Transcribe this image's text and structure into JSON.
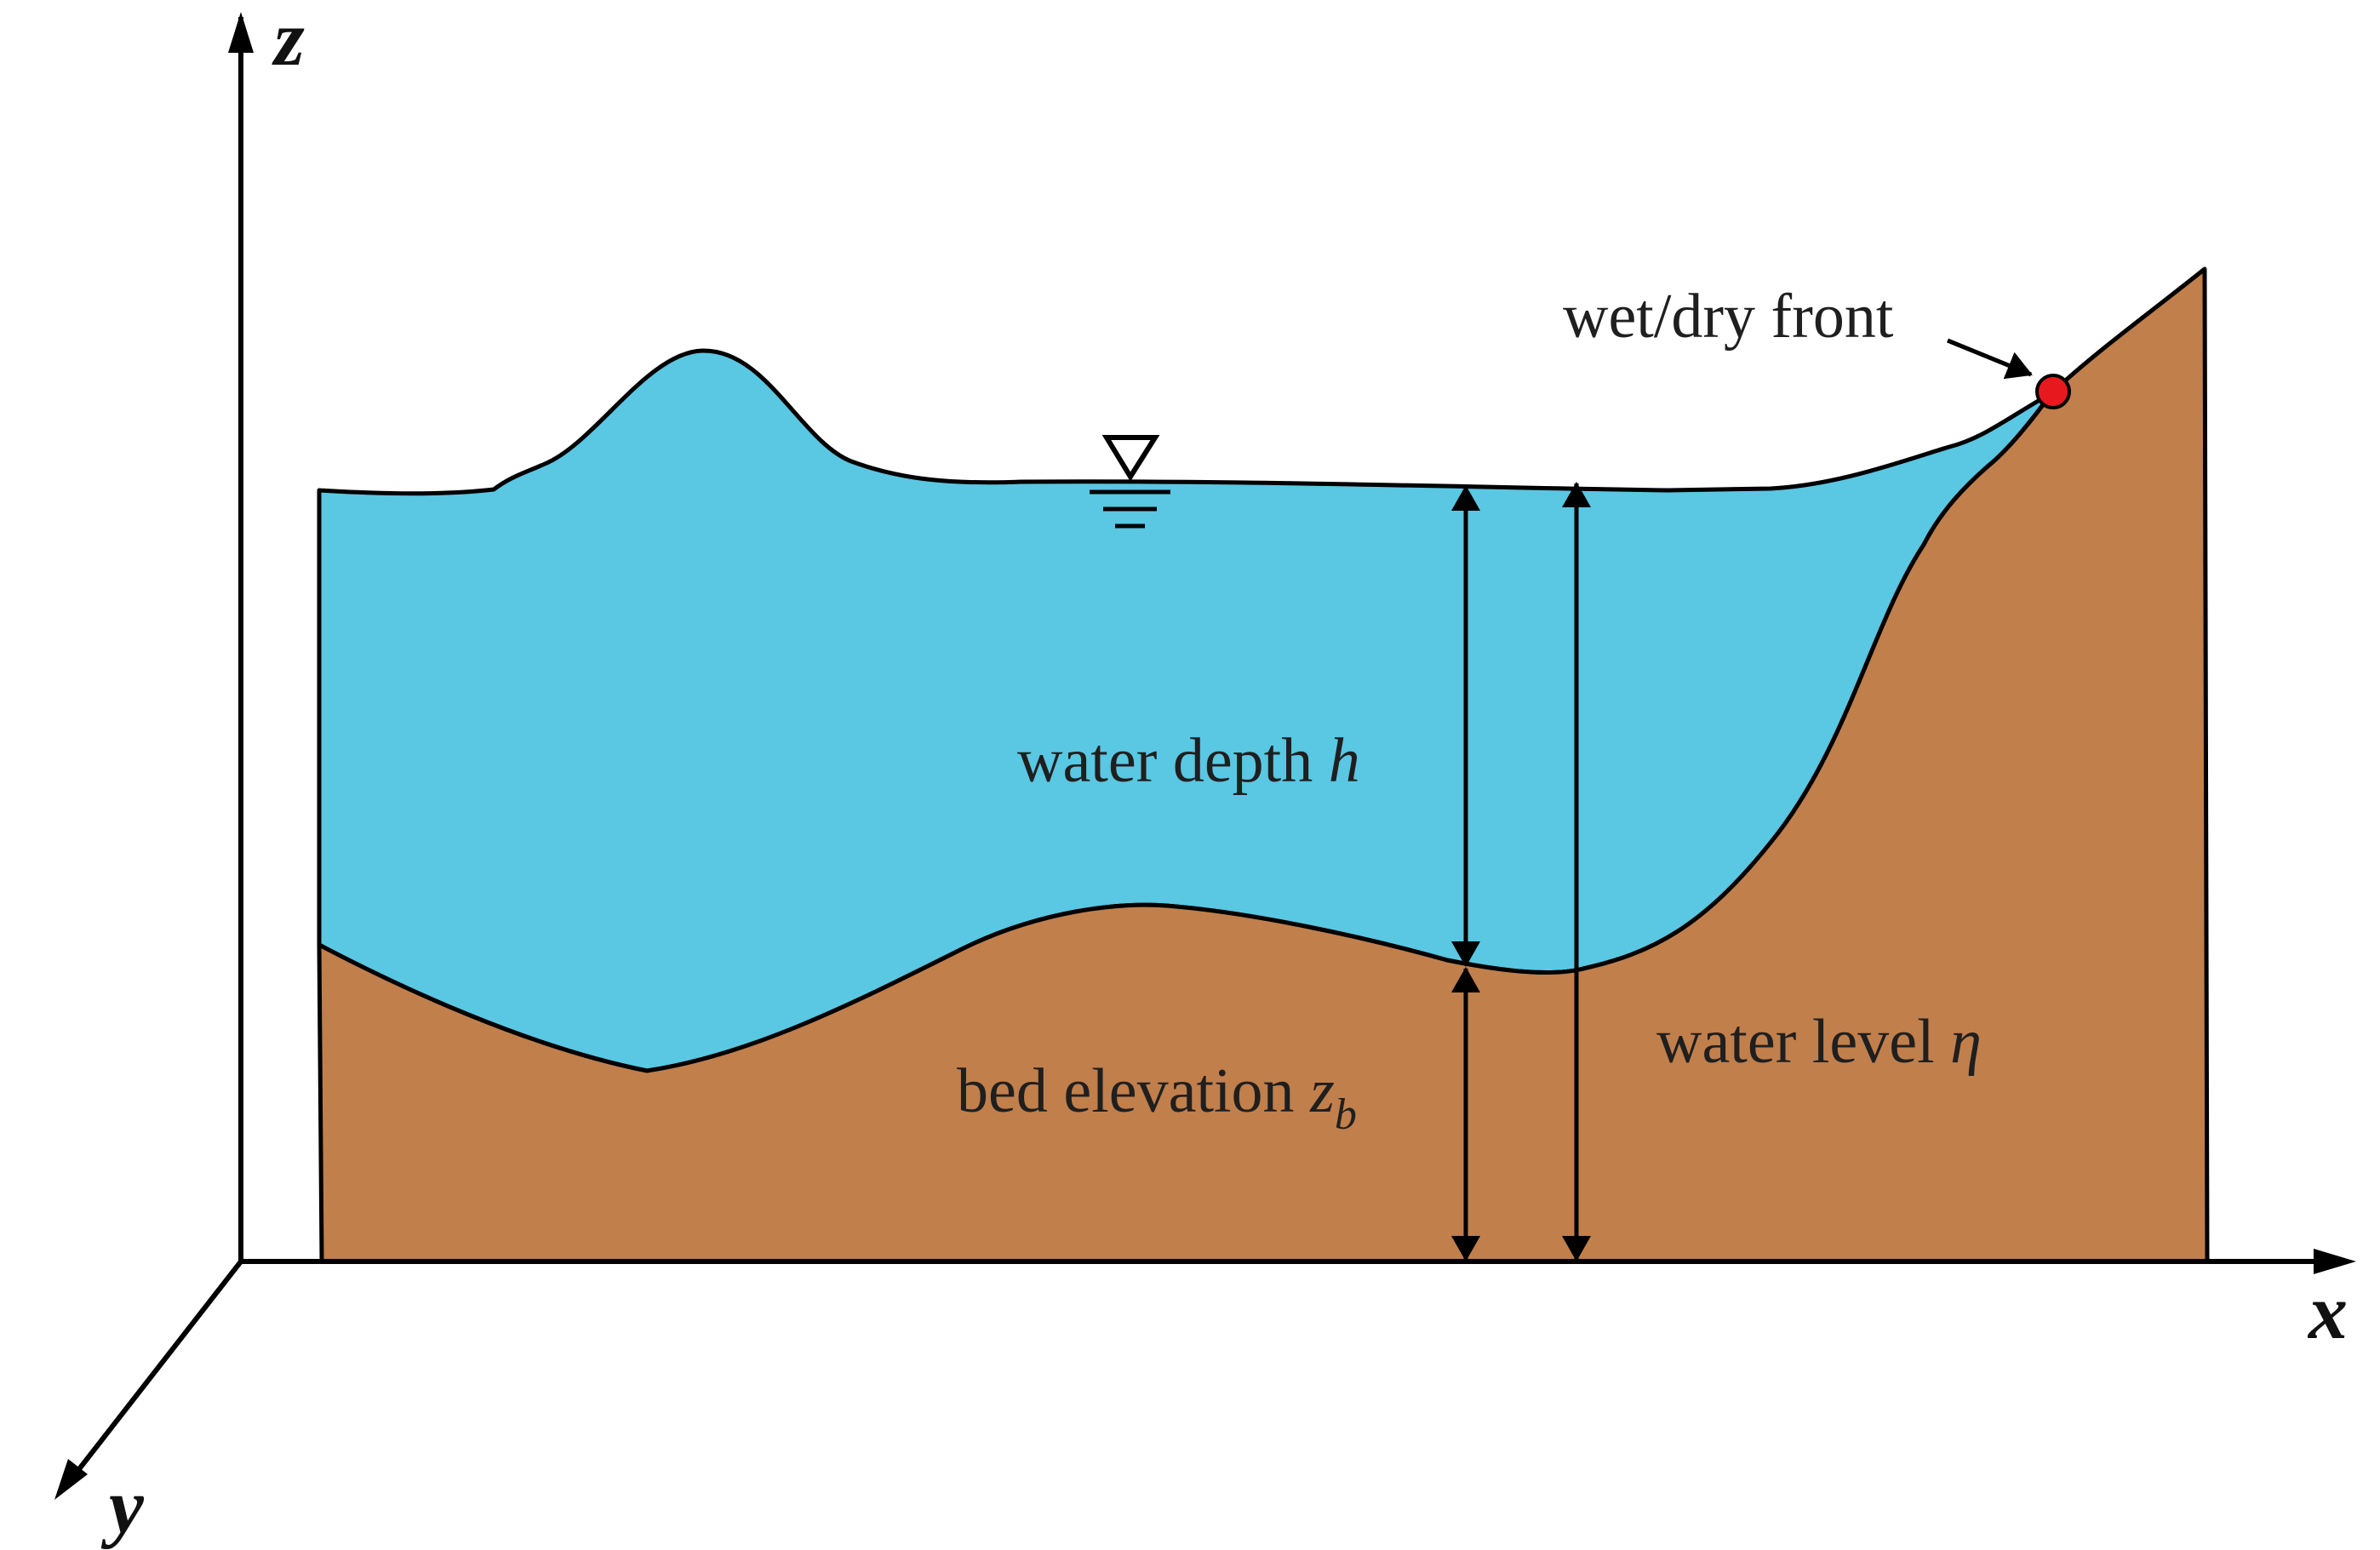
{
  "colors": {
    "water": "#5AC7E3",
    "bed": "#C17F4C",
    "outline": "#000000",
    "front_marker": "#E8191E"
  },
  "axes": {
    "x_label": "x",
    "y_label": "y",
    "z_label": "z"
  },
  "labels": {
    "wet_dry_front": "wet/dry front",
    "water_depth_text": "water depth ",
    "water_depth_symbol": "h",
    "bed_elevation_text": "bed elevation ",
    "bed_elevation_symbol": "z",
    "bed_elevation_subscript": "b",
    "water_level_text": "water level ",
    "water_level_symbol": "η"
  },
  "icons": {
    "water_surface_marker": "inverted-triangle-water-surface-icon",
    "front_marker": "red-dot-icon"
  }
}
